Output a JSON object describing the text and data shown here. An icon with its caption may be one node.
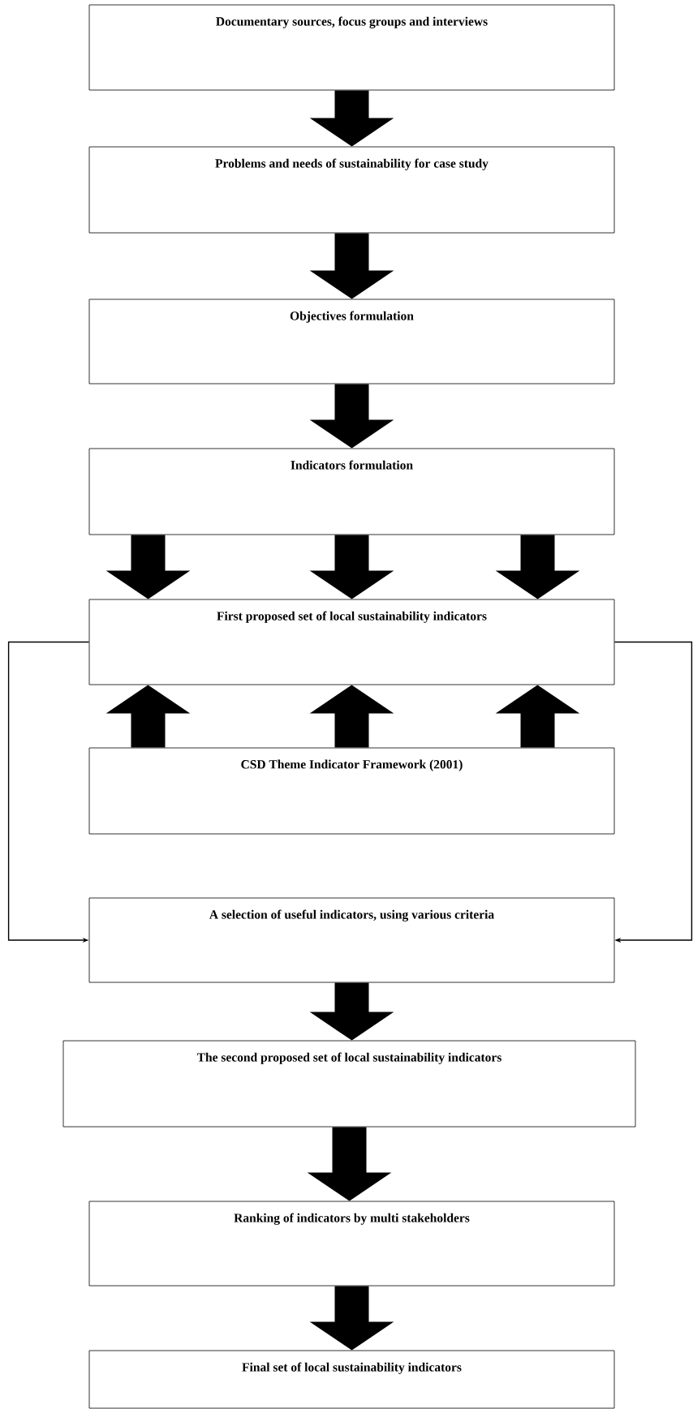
{
  "diagram": {
    "nodes": [
      {
        "text": [
          "Documentary sources, focus groups and interviews"
        ]
      },
      {
        "text": [
          "Problems and needs of sustainability for case study"
        ]
      },
      {
        "text": [
          "Objectives formulation"
        ]
      },
      {
        "text": [
          "Indicators formulation"
        ]
      },
      {
        "text": [
          "First proposed set of local sustainability indicators"
        ]
      },
      {
        "text": [
          "CSD Theme Indicator Framework (2001)"
        ]
      },
      {
        "text": [
          "A selection of useful indicators, using various criteria"
        ]
      },
      {
        "text": [
          "The second proposed set of local sustainability indicators"
        ]
      },
      {
        "text": [
          "Ranking of indicators by multi stakeholders"
        ]
      },
      {
        "text": [
          "Final set of local sustainability indicators"
        ]
      }
    ],
    "edges": [
      {
        "from": 0,
        "to": 1,
        "arrow": "to"
      },
      {
        "from": 1,
        "to": 2,
        "arrow": "to"
      },
      {
        "from": 2,
        "to": 3,
        "arrow": "to"
      },
      {
        "from": 3,
        "to": 4,
        "arrow": "to"
      },
      {
        "from": 3,
        "to": 4,
        "arrow": "to"
      },
      {
        "from": 3,
        "to": 4,
        "arrow": "to"
      },
      {
        "from": 5,
        "to": 4,
        "arrow": "to"
      },
      {
        "from": 5,
        "to": 4,
        "arrow": "to"
      },
      {
        "from": 5,
        "to": 4,
        "arrow": "to"
      },
      {
        "from": 4,
        "to": 6,
        "arrow": "to"
      },
      {
        "from": 4,
        "to": 6,
        "arrow": "to"
      },
      {
        "from": 6,
        "to": 7,
        "arrow": "to"
      },
      {
        "from": 7,
        "to": 8,
        "arrow": "to"
      },
      {
        "from": 8,
        "to": 9,
        "arrow": "to"
      }
    ]
  }
}
